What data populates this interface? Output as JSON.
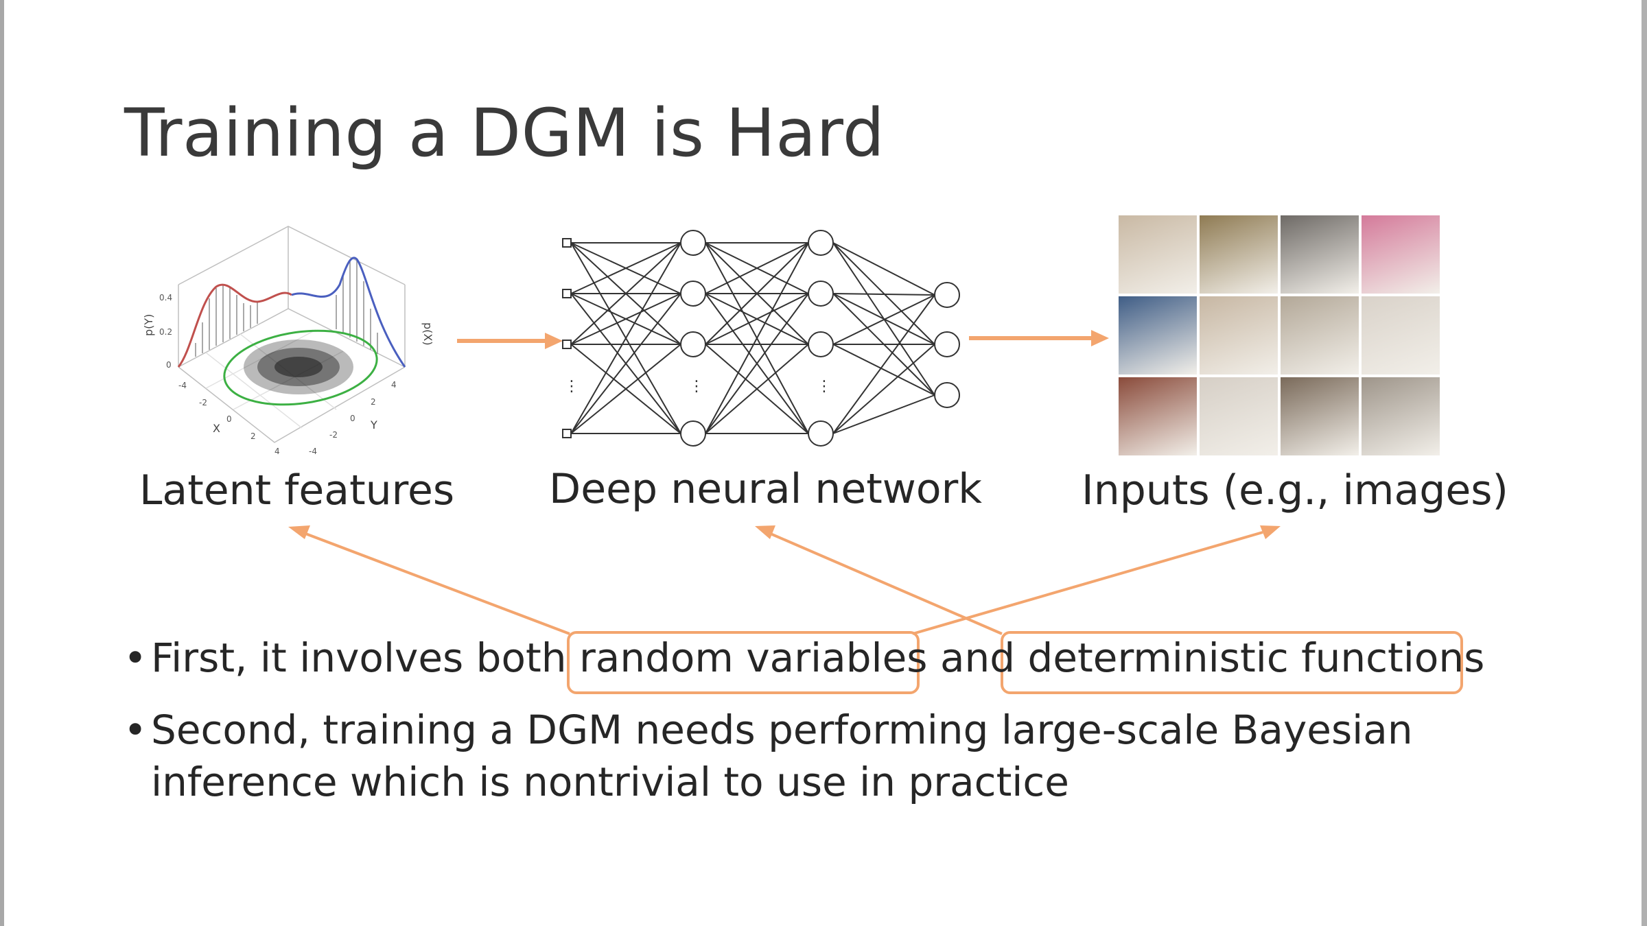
{
  "slide": {
    "title": "Training a DGM is Hard",
    "captions": {
      "latent": "Latent features",
      "network": "Deep neural network",
      "inputs": "Inputs (e.g., images)"
    },
    "bullets": [
      {
        "prefix": "First, it involves both ",
        "highlight1": "random variables",
        "middle": " and ",
        "highlight2": "deterministic functions"
      },
      {
        "line1": "Second, training a DGM needs performing large-scale Bayesian",
        "line2": "inference which is nontrivial to use in practice"
      }
    ],
    "latent_plot": {
      "y_axis_label": "p(Y)",
      "x_axis_label": "p(X)",
      "ticks_z": [
        "0.4",
        "0.2",
        "0"
      ],
      "ticks_x": [
        "-4",
        "-2",
        "0",
        "2",
        "4"
      ],
      "ticks_y": [
        "4",
        "2",
        "0",
        "-2",
        "-4"
      ],
      "axis_x": "X",
      "axis_y": "Y"
    },
    "network": {
      "ellipsis": "⋮"
    },
    "colors": {
      "accent": "#f3a56e",
      "text": "#262626",
      "title": "#3a3a3a",
      "red_curve": "#c0504d",
      "blue_curve": "#4a5fbf",
      "green_ellipse": "#3cb043"
    },
    "thumbnails": [
      {
        "name": "room-1",
        "color": "#c9b9a4"
      },
      {
        "name": "room-2",
        "color": "#8f7b53"
      },
      {
        "name": "room-3",
        "color": "#6e6a66"
      },
      {
        "name": "room-4",
        "color": "#d47a9a"
      },
      {
        "name": "room-5",
        "color": "#3f5d86"
      },
      {
        "name": "room-6",
        "color": "#c7b7a3"
      },
      {
        "name": "room-7",
        "color": "#b3a898"
      },
      {
        "name": "room-8",
        "color": "#d9d2c9"
      },
      {
        "name": "room-9",
        "color": "#8a4b3b"
      },
      {
        "name": "room-10",
        "color": "#d6cfc6"
      },
      {
        "name": "room-11",
        "color": "#7a6a5a"
      },
      {
        "name": "room-12",
        "color": "#9e958a"
      }
    ]
  }
}
